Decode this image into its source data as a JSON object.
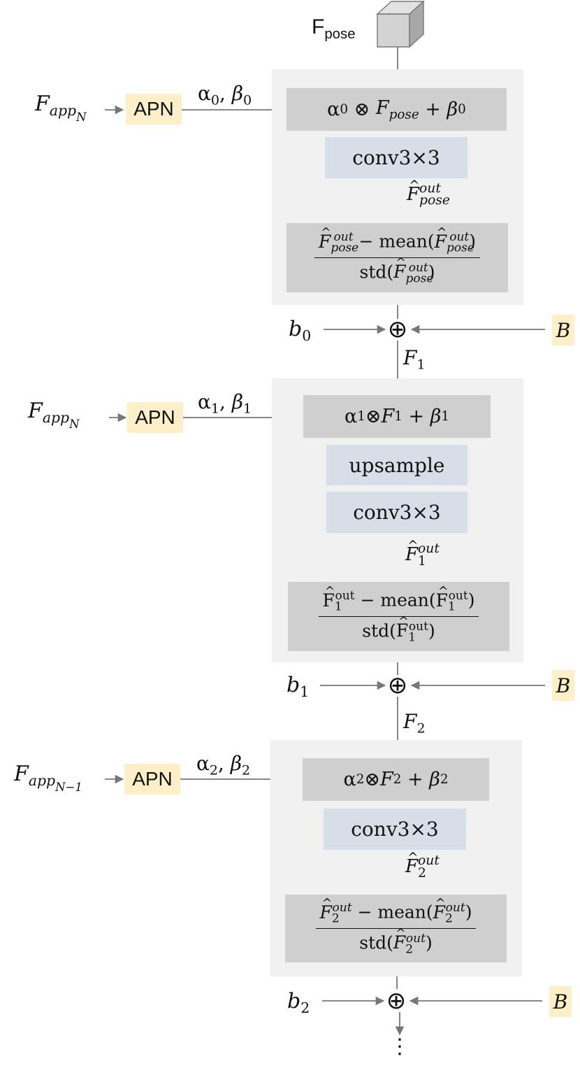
{
  "top": {
    "pose_label": "F",
    "pose_sub": "pose"
  },
  "blocks": [
    {
      "input_label": "F",
      "input_sub": "app",
      "input_subsub": "N",
      "apn_label": "APN",
      "params": "α0, β0",
      "modulation": "α0 ⊗ Fpose + β0",
      "ops": [
        "conv3×3"
      ],
      "out_label": "F̂ pose out",
      "norm_num": "F̂ pose out − mean(F̂ pose out)",
      "norm_den": "std(F̂ pose out)",
      "bias": "b0",
      "side": "B",
      "next": "F1"
    },
    {
      "input_label": "F",
      "input_sub": "app",
      "input_subsub": "N",
      "apn_label": "APN",
      "params": "α1, β1",
      "modulation": "α1⊗F1 + β1",
      "ops": [
        "upsample",
        "conv3×3"
      ],
      "out_label": "F̂ 1 out",
      "norm_num": "F̂ 1 out − mean(F̂ 1 out)",
      "norm_den": "std(F̂ 1 out)",
      "bias": "b1",
      "side": "B",
      "next": "F2"
    },
    {
      "input_label": "F",
      "input_sub": "app",
      "input_subsub": "N−1",
      "apn_label": "APN",
      "params": "α2, β2",
      "modulation": "α2⊗F2 + β2",
      "ops": [
        "conv3×3"
      ],
      "out_label": "F̂ 2 out",
      "norm_num": "F̂ 2 out − mean(F̂ 2 out)",
      "norm_den": "std(F̂ 2 out)",
      "bias": "b2",
      "side": "B",
      "next": ""
    }
  ],
  "continuation": "⋮",
  "plus_symbol": "⊕",
  "colors": {
    "panel": "#f1f1f1",
    "gray_box": "#cfcfcf",
    "blue_box": "#d7dee8",
    "yellow_box": "#fdf0c8",
    "arrow": "#777777"
  }
}
